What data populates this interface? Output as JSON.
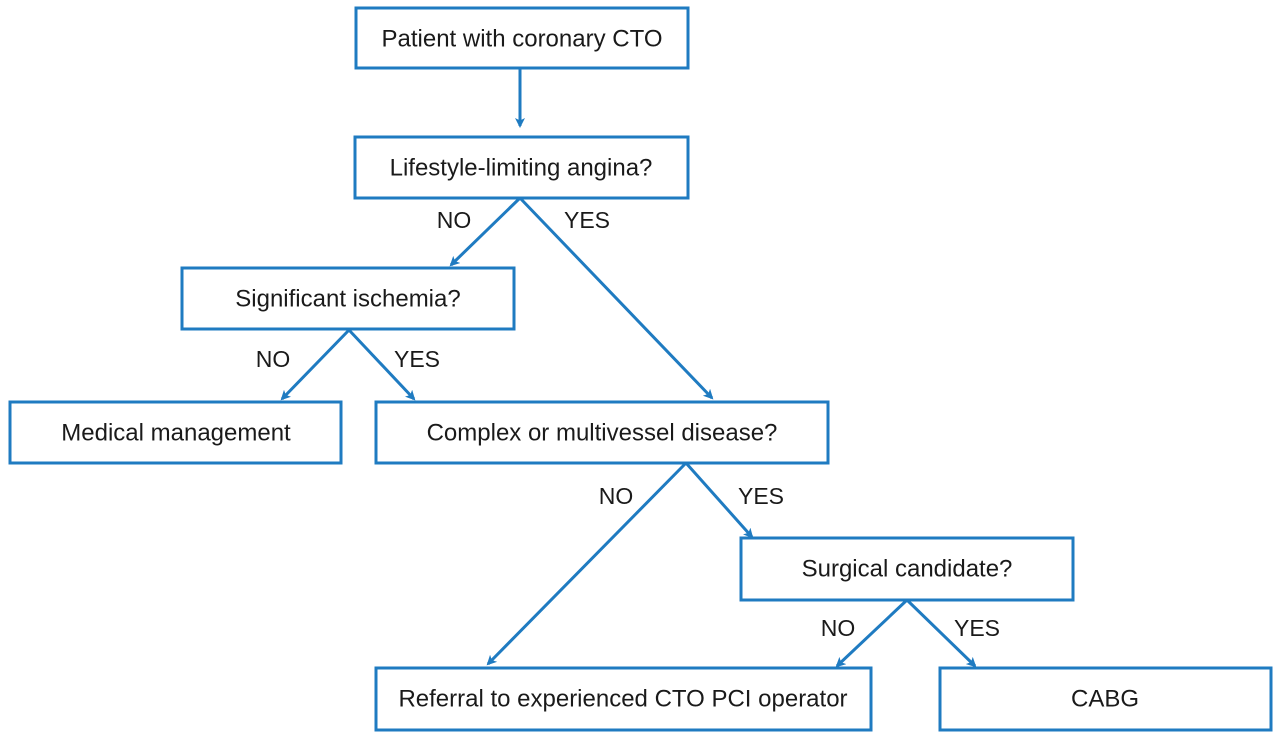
{
  "colors": {
    "line": "#1f7bc1",
    "text": "#1a1a1a",
    "box_fill": "#ffffff"
  },
  "nodes": {
    "patient": "Patient with coronary CTO",
    "angina": "Lifestyle-limiting angina?",
    "ischemia": "Significant ischemia?",
    "medical": "Medical management",
    "complex": "Complex or multivessel disease?",
    "surgical": "Surgical candidate?",
    "referral": "Referral to experienced CTO PCI operator",
    "cabg": "CABG"
  },
  "edges": [
    {
      "from": "patient",
      "to": "angina",
      "label": ""
    },
    {
      "from": "angina",
      "to": "ischemia",
      "label": "NO"
    },
    {
      "from": "angina",
      "to": "complex",
      "label": "YES"
    },
    {
      "from": "ischemia",
      "to": "medical",
      "label": "NO"
    },
    {
      "from": "ischemia",
      "to": "complex",
      "label": "YES"
    },
    {
      "from": "complex",
      "to": "referral",
      "label": "NO"
    },
    {
      "from": "complex",
      "to": "surgical",
      "label": "YES"
    },
    {
      "from": "surgical",
      "to": "referral",
      "label": "NO"
    },
    {
      "from": "surgical",
      "to": "cabg",
      "label": "YES"
    }
  ]
}
